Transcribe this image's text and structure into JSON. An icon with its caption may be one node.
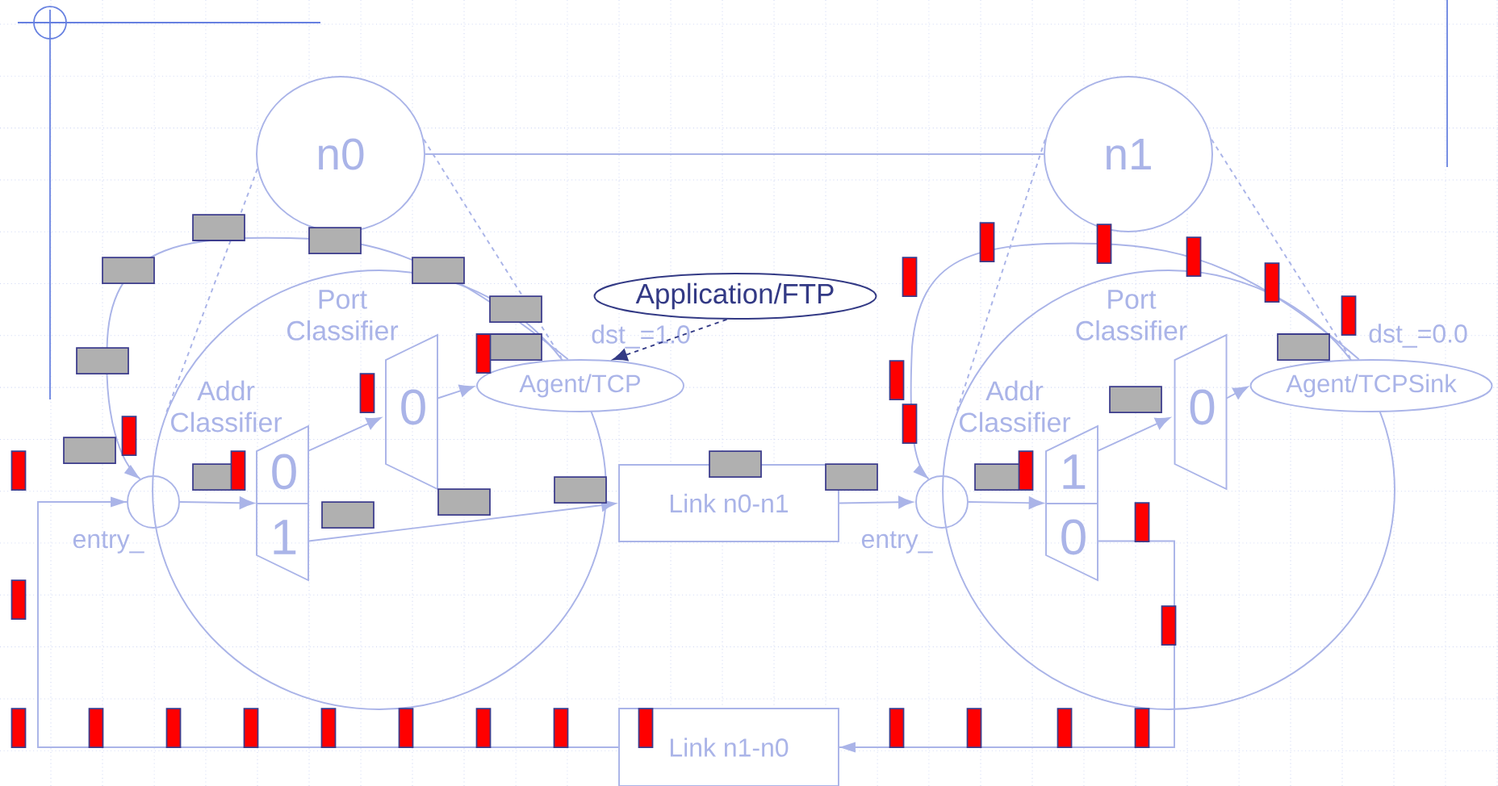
{
  "diagram": {
    "nodes": [
      {
        "text": [
          "n0"
        ]
      },
      {
        "text": [
          "n1"
        ]
      },
      {
        "text": [],
        "shape": "circle"
      },
      {
        "text": [
          "Port Classifier",
          "0"
        ],
        "in": 2
      },
      {
        "text": [
          "Agent/TCP"
        ],
        "beside": [
          "dst_=1.0"
        ]
      },
      {
        "text": [
          "Addr Classifier",
          "0",
          "1"
        ],
        "in": 2
      },
      {
        "text": [],
        "shape": "circle",
        "beside": [
          "entry_"
        ]
      },
      {
        "text": [
          "Application/FTP"
        ]
      },
      {
        "text": [
          "Link n0-n1"
        ]
      },
      {
        "text": [
          "Link n1-n0"
        ]
      },
      {
        "text": [],
        "shape": "circle"
      },
      {
        "text": [
          "Port Classifier",
          "0"
        ],
        "in": 10
      },
      {
        "text": [
          "Agent/TCPSink"
        ],
        "beside": [
          "dst_=0.0"
        ]
      },
      {
        "text": [
          "Addr Classifier",
          "1",
          "0"
        ],
        "in": 10
      },
      {
        "text": [],
        "shape": "circle",
        "beside": [
          "entry_"
        ]
      }
    ],
    "edges": [
      {
        "from": 0,
        "to": 1,
        "arrow": "none"
      },
      {
        "from": 0,
        "to": 2,
        "arrow": "none",
        "style": "dashed"
      },
      {
        "from": 0,
        "to": 2,
        "arrow": "none",
        "style": "dashed"
      },
      {
        "from": 1,
        "to": 10,
        "arrow": "none",
        "style": "dashed"
      },
      {
        "from": 1,
        "to": 10,
        "arrow": "none",
        "style": "dashed"
      },
      {
        "from": 6,
        "to": 5,
        "arrow": "to"
      },
      {
        "from": 5,
        "to": 3,
        "arrow": "to"
      },
      {
        "from": 3,
        "to": 4,
        "arrow": "to"
      },
      {
        "from": 5,
        "to": 8,
        "arrow": "to"
      },
      {
        "from": 4,
        "to": 6,
        "arrow": "to"
      },
      {
        "from": 7,
        "to": 4,
        "arrow": "to",
        "style": "dashed",
        "color": "#333a85"
      },
      {
        "from": 8,
        "to": 14,
        "arrow": "to"
      },
      {
        "from": 14,
        "to": 13,
        "arrow": "to"
      },
      {
        "from": 13,
        "to": 11,
        "arrow": "to"
      },
      {
        "from": 11,
        "to": 12,
        "arrow": "to"
      },
      {
        "from": 12,
        "to": 14,
        "arrow": "to"
      },
      {
        "from": 13,
        "to": 9,
        "arrow": "to"
      },
      {
        "from": 9,
        "to": 6,
        "arrow": "to"
      }
    ]
  }
}
